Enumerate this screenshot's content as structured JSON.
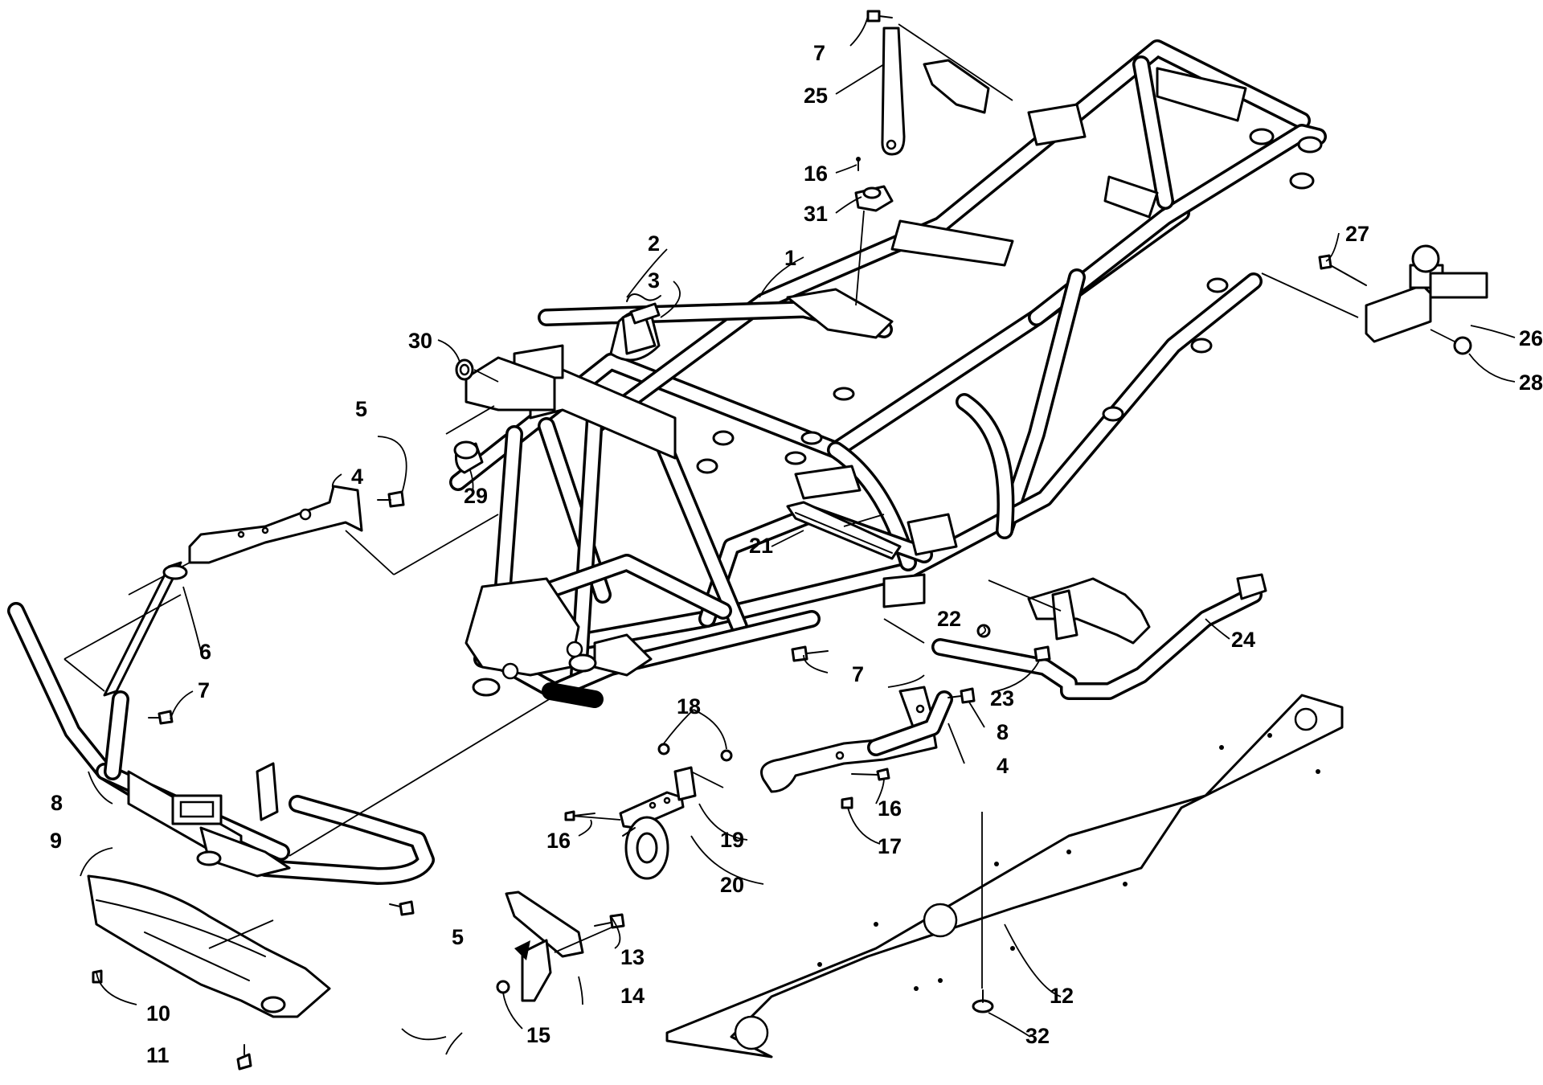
{
  "diagram": {
    "style": "exploded parts diagram, black line art on white",
    "colors": {
      "ink": "#000000",
      "paper": "#ffffff"
    }
  },
  "callouts": {
    "c1": "1",
    "c2": "2",
    "c3": "3",
    "c4a": "4",
    "c4b": "4",
    "c5a": "5",
    "c5b": "5",
    "c6": "6",
    "c7a": "7",
    "c7b": "7",
    "c7c": "7",
    "c8a": "8",
    "c8b": "8",
    "c9": "9",
    "c10": "10",
    "c11": "11",
    "c12": "12",
    "c13": "13",
    "c14": "14",
    "c15": "15",
    "c16a": "16",
    "c16b": "16",
    "c16c": "16",
    "c17": "17",
    "c18": "18",
    "c19": "19",
    "c20": "20",
    "c21": "21",
    "c22": "22",
    "c23": "23",
    "c24": "24",
    "c25": "25",
    "c26": "26",
    "c27": "27",
    "c28": "28",
    "c29": "29",
    "c30": "30",
    "c31": "31",
    "c32": "32"
  }
}
